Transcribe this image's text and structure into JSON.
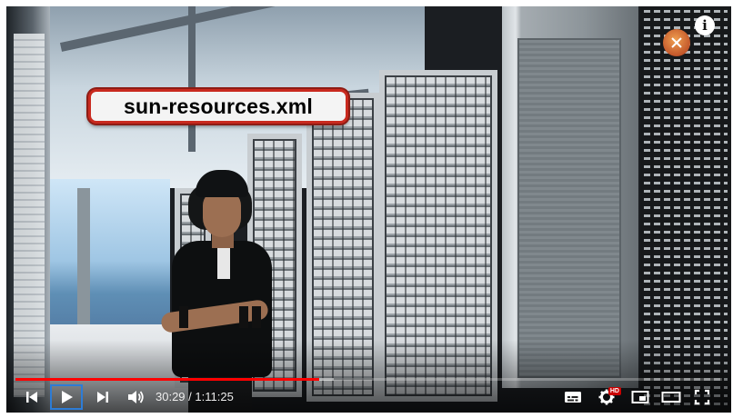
{
  "video": {
    "sign_text": "sun-resources.xml"
  },
  "overlay": {
    "info_label": "i",
    "channel_logo_icon": "channel-logo-icon"
  },
  "player": {
    "progress": {
      "played_fraction": 0.43,
      "loaded_fraction": 0.45
    },
    "time": {
      "current": "30:29",
      "separator": "/",
      "duration": "1:11:25"
    },
    "hd_badge": "HD",
    "accent_color": "#ff0000"
  }
}
